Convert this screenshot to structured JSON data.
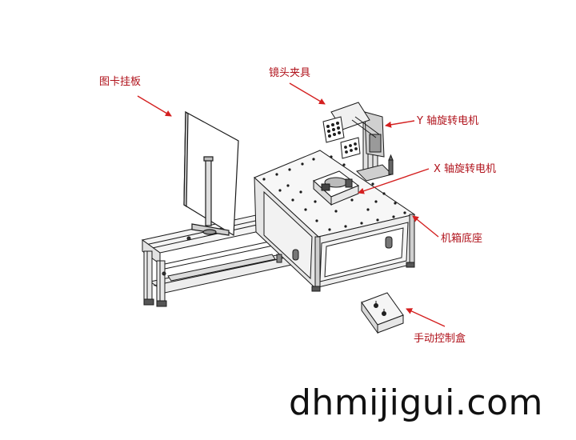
{
  "labels": {
    "chart_board": "图卡挂板",
    "lens_fixture": "镜头夹具",
    "y_motor": "Y 轴旋转电机",
    "x_motor": "X 轴旋转电机",
    "base_cabinet": "机箱底座",
    "control_box": "手动控制盒"
  },
  "watermark": "dhmijigui.com",
  "colors": {
    "label_text": "#b0121b",
    "arrow": "#d42020",
    "line_art": "#1a1a1a"
  }
}
